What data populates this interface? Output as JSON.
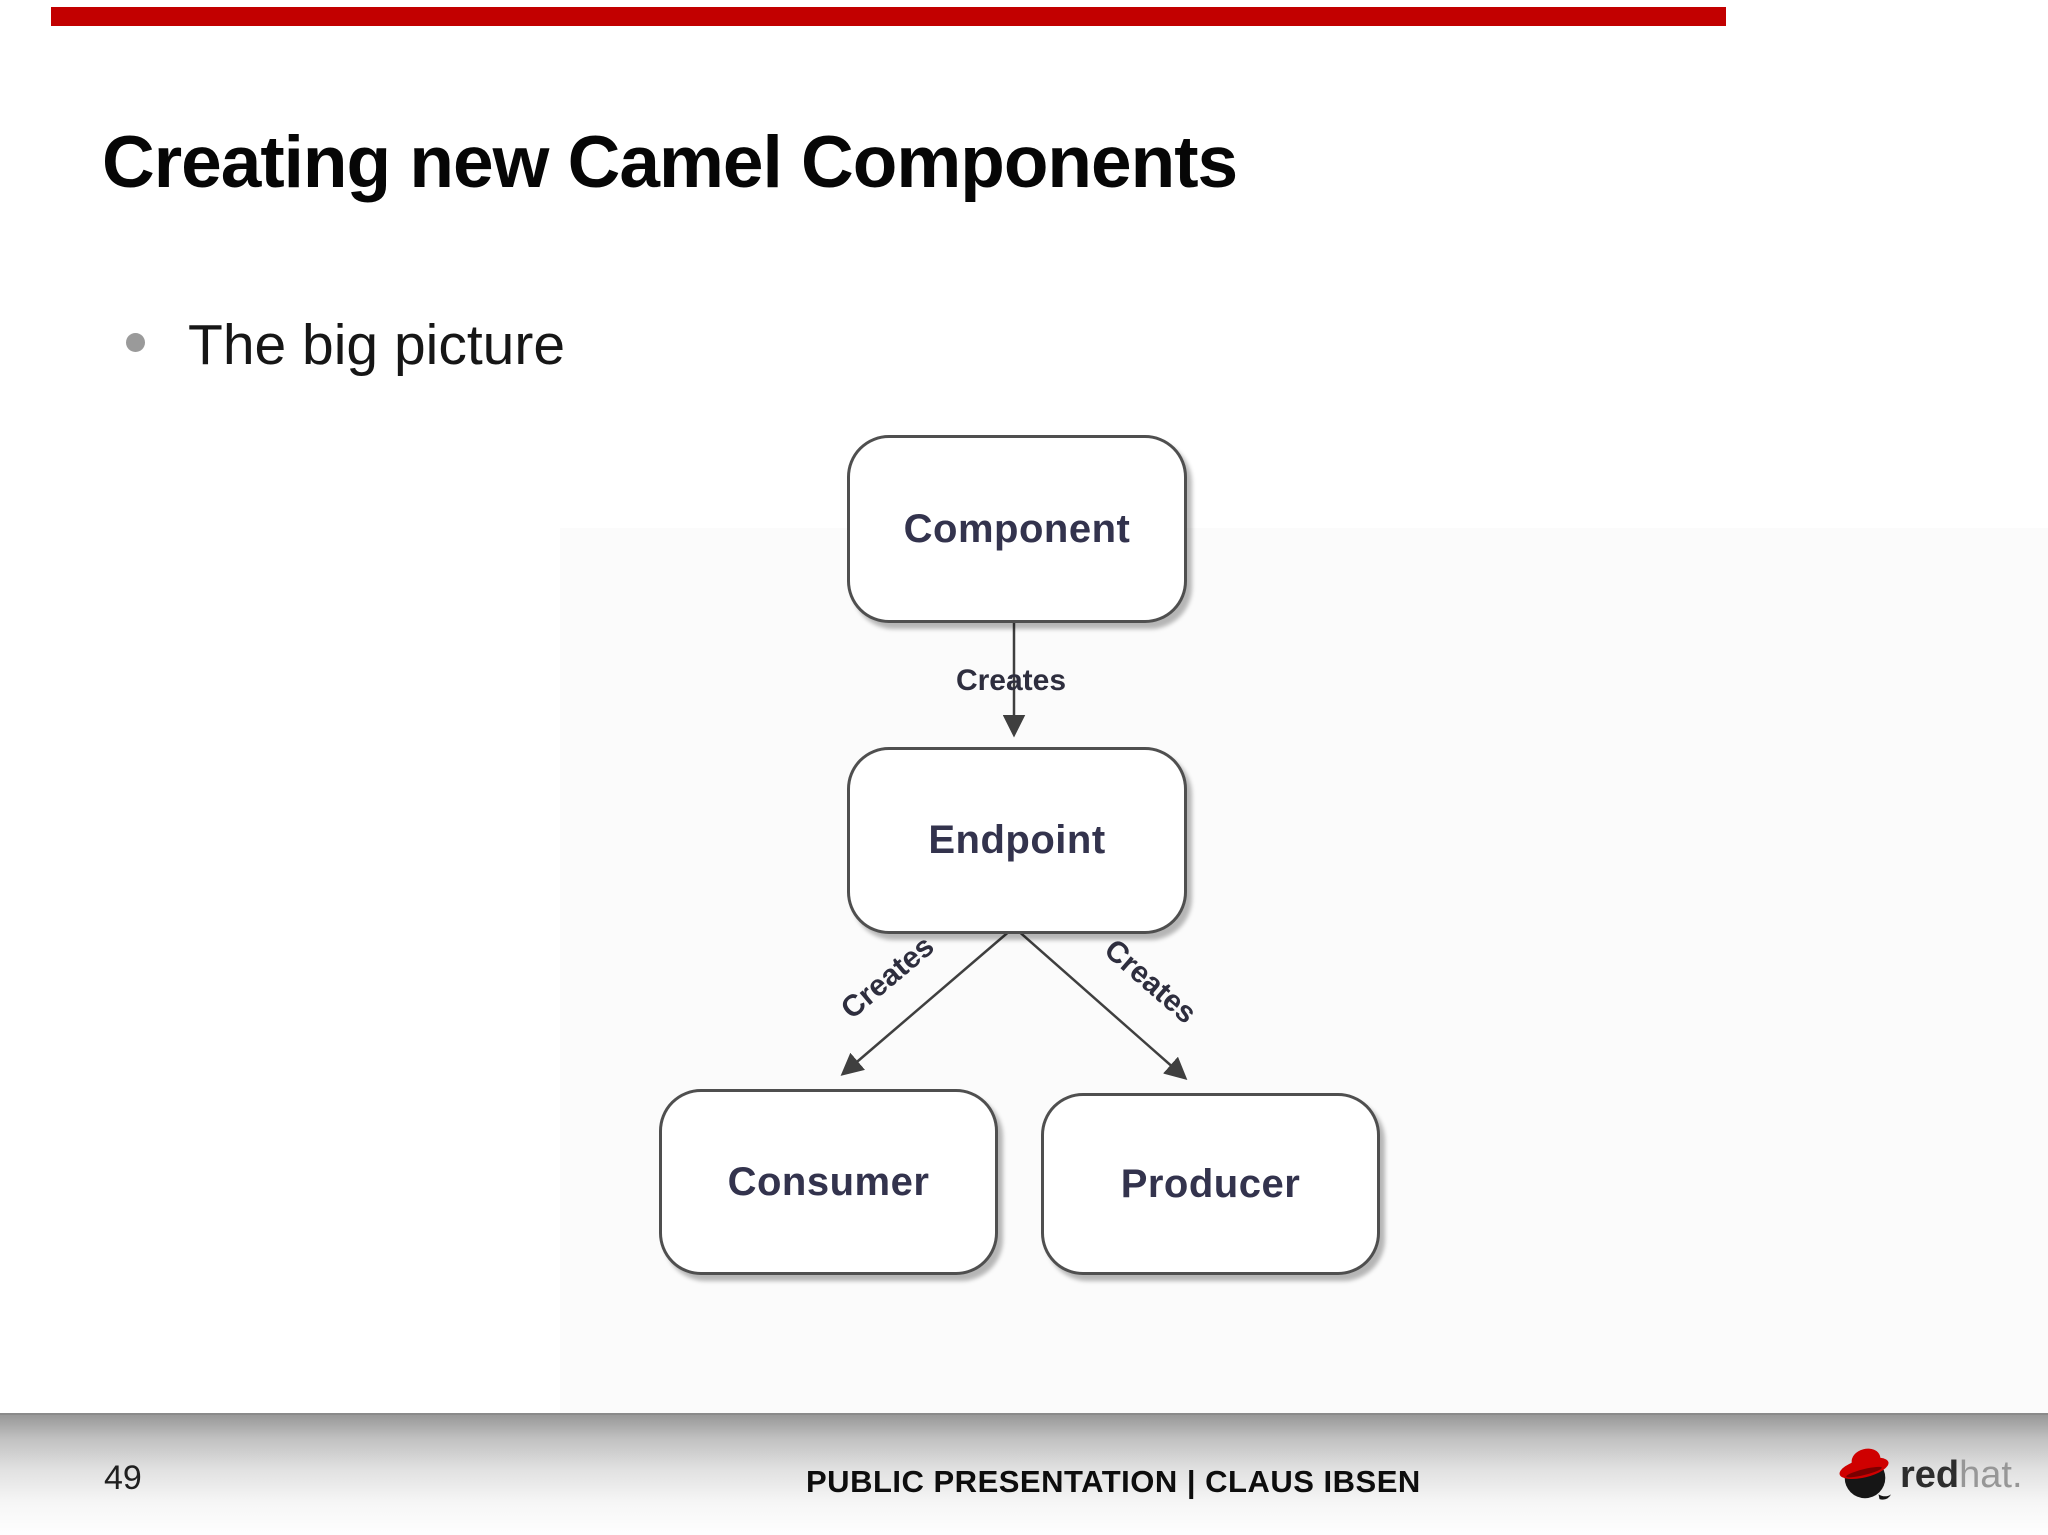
{
  "slide": {
    "title": "Creating new Camel Components",
    "bullet_text": "The big picture",
    "accent_bar_color": "#c20000"
  },
  "diagram": {
    "nodes": [
      {
        "id": "component",
        "label": "Component"
      },
      {
        "id": "endpoint",
        "label": "Endpoint"
      },
      {
        "id": "consumer",
        "label": "Consumer"
      },
      {
        "id": "producer",
        "label": "Producer"
      }
    ],
    "edges": [
      {
        "from": "Component",
        "to": "Endpoint",
        "label": "Creates"
      },
      {
        "from": "Endpoint",
        "to": "Consumer",
        "label": "Creates"
      },
      {
        "from": "Endpoint",
        "to": "Producer",
        "label": "Creates"
      }
    ]
  },
  "footer": {
    "page_number": "49",
    "text": "PUBLIC PRESENTATION | CLAUS IBSEN",
    "logo_bold": "red",
    "logo_light": "hat."
  }
}
